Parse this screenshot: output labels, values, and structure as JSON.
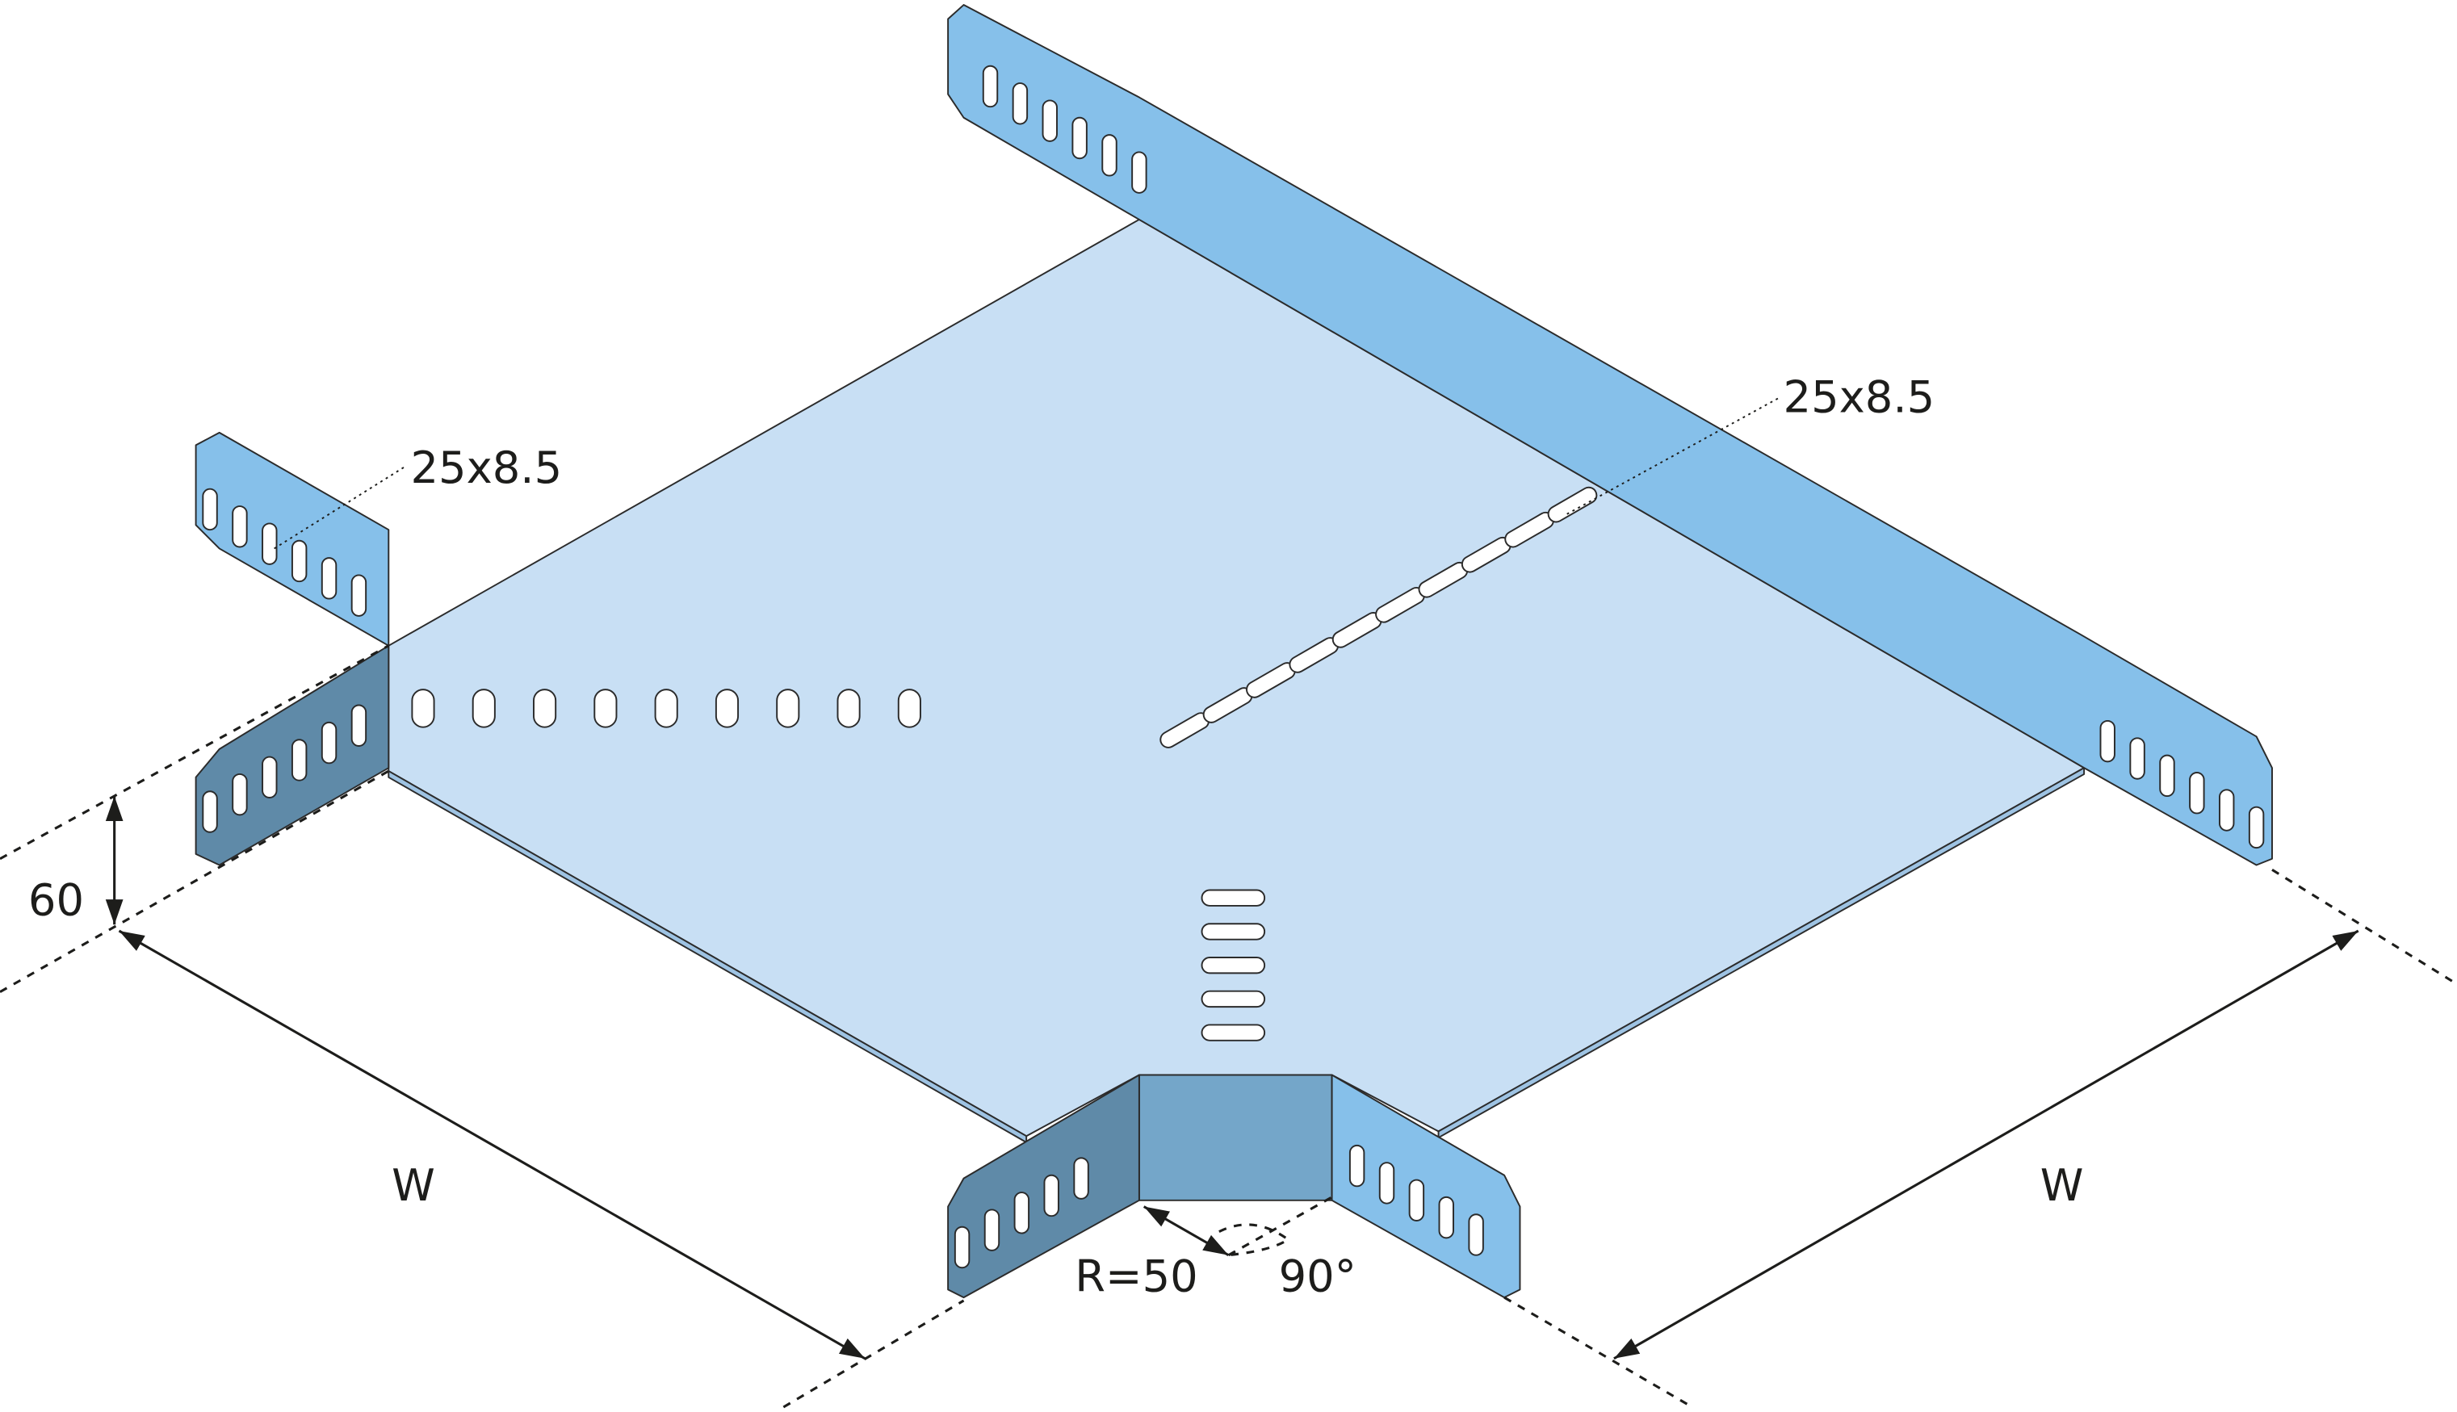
{
  "title": "Cable tray T-piece / cross dimension drawing",
  "colors": {
    "floor": "#c8dff4",
    "flange_light": "#86c0ea",
    "flange_dark": "#5f8aa8",
    "flange_mid": "#74a6c9",
    "line": "#1d1d1b"
  },
  "labels": {
    "slot_left": "25x8.5",
    "slot_right": "25x8.5",
    "height": "60",
    "width_left": "W",
    "width_right": "W",
    "radius": "R=50",
    "angle": "90°"
  }
}
